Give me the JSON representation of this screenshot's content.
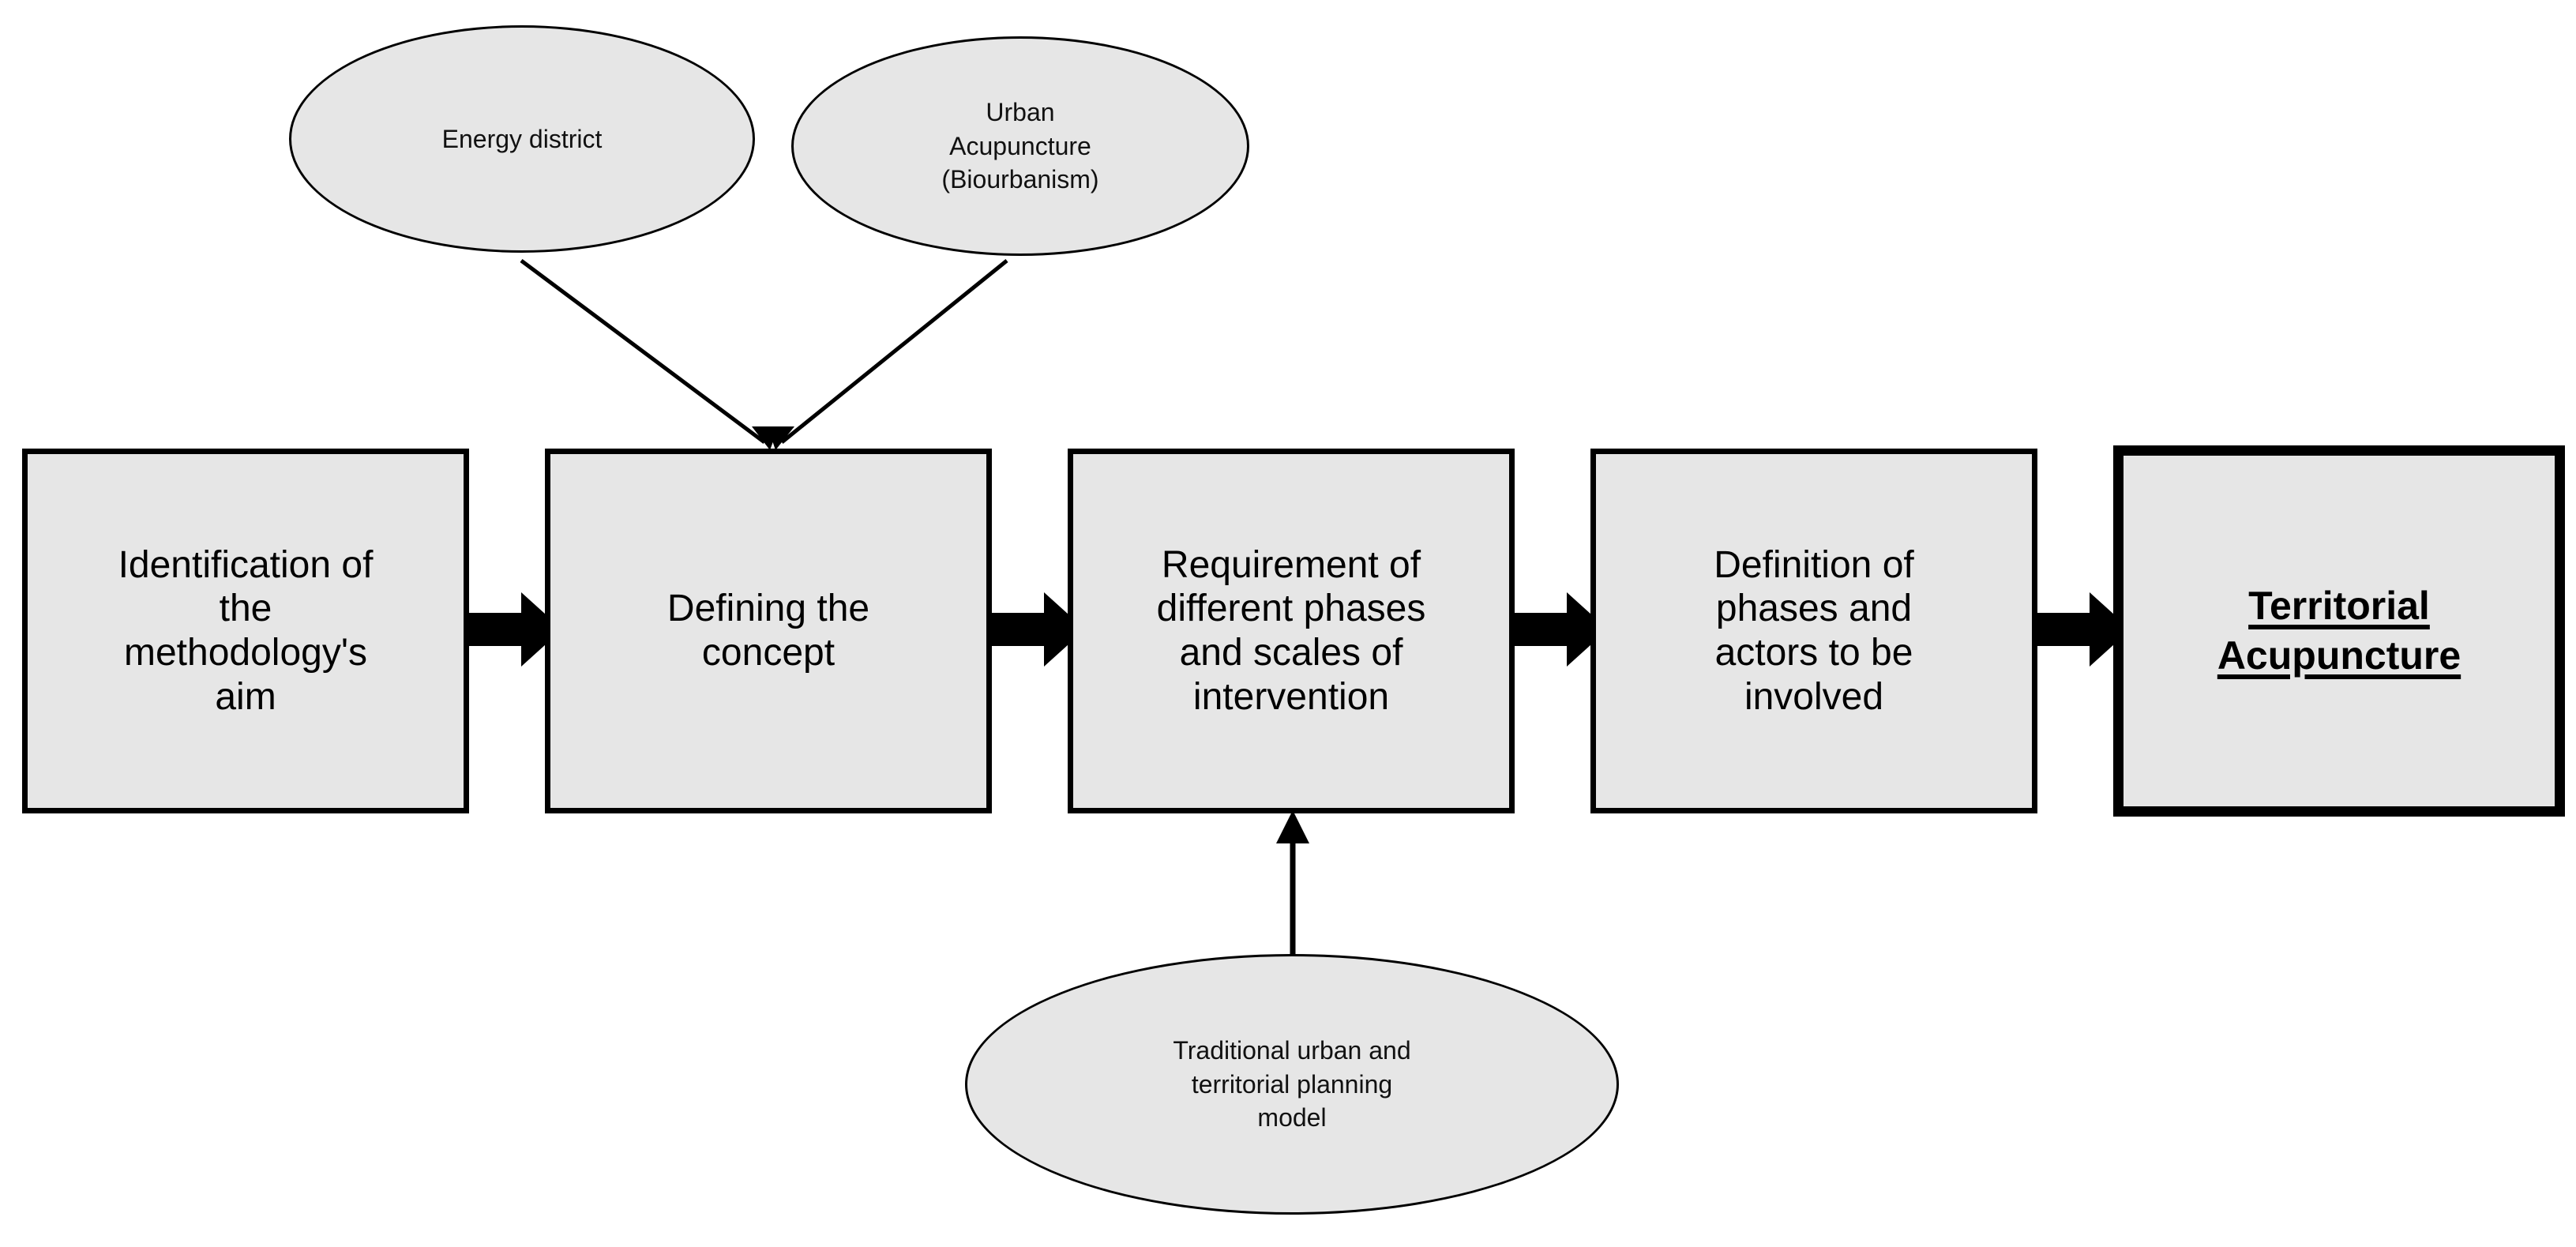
{
  "diagram": {
    "title": "Territorial Acupuncture methodology flowchart",
    "background_color": "#ffffff",
    "node_fill_color": "#e6e6e6",
    "node_stroke_color": "#000000",
    "text_color": "#000000",
    "process_steps": [
      {
        "id": "step-1",
        "label": "Identification of\nthe\nmethodology's\naim",
        "emphasis": false
      },
      {
        "id": "step-2",
        "label": "Defining the\nconcept",
        "emphasis": false
      },
      {
        "id": "step-3",
        "label": "Requirement of\ndifferent phases\nand scales of\nintervention",
        "emphasis": false
      },
      {
        "id": "step-4",
        "label": "Definition of\nphases and\nactors to be\ninvolved",
        "emphasis": false
      },
      {
        "id": "step-5",
        "label": "Territorial\nAcupuncture",
        "emphasis": true
      }
    ],
    "input_concepts": [
      {
        "id": "concept-energy-district",
        "label": "Energy district",
        "target": "step-2"
      },
      {
        "id": "concept-urban-acupuncture",
        "label": "Urban\nAcupuncture\n(Biourbanism)",
        "target": "step-2"
      },
      {
        "id": "concept-traditional-planning",
        "label": "Traditional urban and\nterritorial planning\nmodel",
        "target": "step-3"
      }
    ],
    "flow_arrows": [
      {
        "from": "step-1",
        "to": "step-2",
        "style": "block-arrow"
      },
      {
        "from": "step-2",
        "to": "step-3",
        "style": "block-arrow"
      },
      {
        "from": "step-3",
        "to": "step-4",
        "style": "block-arrow"
      },
      {
        "from": "step-4",
        "to": "step-5",
        "style": "block-arrow"
      }
    ],
    "concept_arrows": [
      {
        "from": "concept-energy-district",
        "to": "step-2",
        "style": "thin-line-arrow"
      },
      {
        "from": "concept-urban-acupuncture",
        "to": "step-2",
        "style": "thin-line-arrow"
      },
      {
        "from": "concept-traditional-planning",
        "to": "step-3",
        "style": "thin-line-arrow"
      }
    ]
  }
}
